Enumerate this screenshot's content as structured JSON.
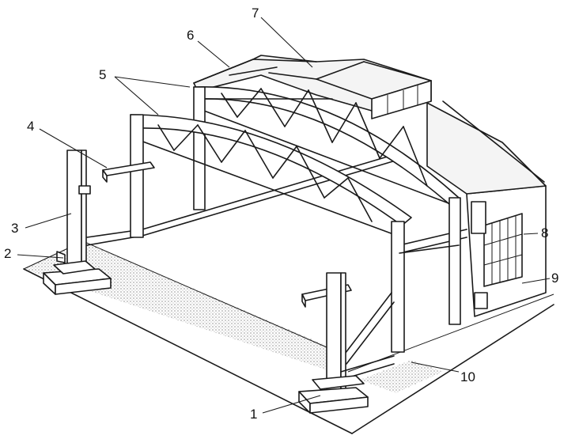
{
  "labels": [
    {
      "key": "1",
      "text": "1"
    },
    {
      "key": "2",
      "text": "2"
    },
    {
      "key": "3",
      "text": "3"
    },
    {
      "key": "4",
      "text": "4"
    },
    {
      "key": "5",
      "text": "5"
    },
    {
      "key": "6",
      "text": "6"
    },
    {
      "key": "7",
      "text": "7"
    },
    {
      "key": "8",
      "text": "8"
    },
    {
      "key": "9",
      "text": "9"
    },
    {
      "key": "10",
      "text": "10"
    }
  ]
}
